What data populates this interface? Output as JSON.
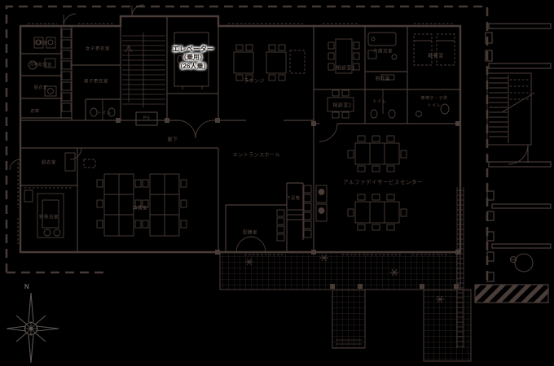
{
  "title": "建物1階平面図",
  "colors": {
    "background": "#000000",
    "line": "#4a3d38",
    "line_dim": "#352d29",
    "label_text": "#5a4b43",
    "compass": "#5e5753",
    "highlight_text": "#2e231c",
    "highlight_halo": "#ffffff"
  },
  "elevator_callout": {
    "line1": "エレベーター",
    "line2": "（乗用）",
    "line3": "（26人乗）"
  },
  "labels": {
    "laundry": "洗濯室",
    "waste_room": "汚物処理室",
    "undress_nw": "脱衣室",
    "storage": "倉庫",
    "women_locker": "女子更衣室",
    "men_locker": "男子更衣室",
    "toilet_nw": "トイレ",
    "ps": "PS",
    "lounge": "ラウンジ",
    "consult1": "相談室1",
    "care_bath": "介護浴室",
    "undress_ne": "脱衣室",
    "rest_room": "静養室",
    "consult2": "相談室2",
    "toilet_ne": "トイレ",
    "wheelchair_toilet_l1": "車椅子・子供",
    "wheelchair_toilet_l2": "トイレ",
    "corridor": "廊下",
    "entrance_hall": "エントランスホール",
    "shoe_box": "下足箱",
    "undress_sw": "脱衣室",
    "special_bath": "特殊浴室",
    "office": "事務室",
    "pantry": "配膳室",
    "day_service": "アルファデイサービスセンター",
    "north": "N"
  }
}
